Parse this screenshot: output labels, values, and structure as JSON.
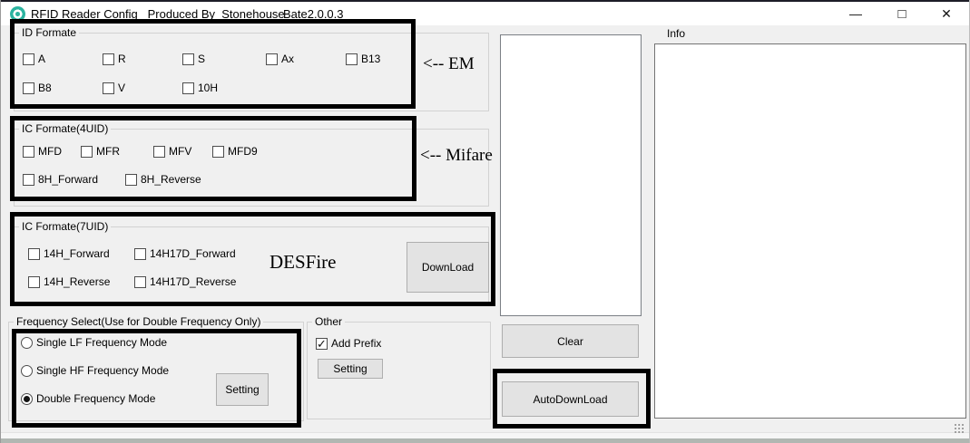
{
  "window": {
    "title": "RFID Reader Config_ Produced By  Stonehouse",
    "version": "Bate2.0.0.3",
    "minimize_icon": "—",
    "maximize_icon": "□",
    "close_icon": "✕",
    "accent_color": "#2bb3a0",
    "annotation_color": "#000000"
  },
  "id_formate": {
    "title": "ID Formate",
    "row1": [
      "A",
      "R",
      "S",
      "Ax",
      "B13"
    ],
    "row2": [
      "B8",
      "V",
      "10H"
    ],
    "side_label": "<-- EM"
  },
  "ic4": {
    "title": "IC Formate(4UID)",
    "row1": [
      "MFD",
      "MFR",
      "MFV",
      "MFD9"
    ],
    "row2": [
      "8H_Forward",
      "8H_Reverse"
    ],
    "side_label": "<-- Mifare"
  },
  "ic7": {
    "title": "IC Formate(7UID)",
    "row1": [
      "14H_Forward",
      "14H17D_Forward"
    ],
    "row2": [
      "14H_Reverse",
      "14H17D_Reverse"
    ],
    "side_label": "DESFire",
    "download_button": "DownLoad"
  },
  "frequency": {
    "title": "Frequency Select(Use for Double Frequency Only)",
    "options": [
      "Single LF Frequency Mode",
      "Single HF Frequency Mode",
      "Double Frequency Mode"
    ],
    "selected": "Double Frequency Mode",
    "setting_button": "Setting"
  },
  "other": {
    "title": "Other",
    "add_prefix_label": "Add Prefix",
    "add_prefix_checked": true,
    "setting_button": "Setting"
  },
  "middle": {
    "list_items": [],
    "clear_button": "Clear",
    "autodownload_button": "AutoDownLoad"
  },
  "info": {
    "title": "Info",
    "content": ""
  }
}
